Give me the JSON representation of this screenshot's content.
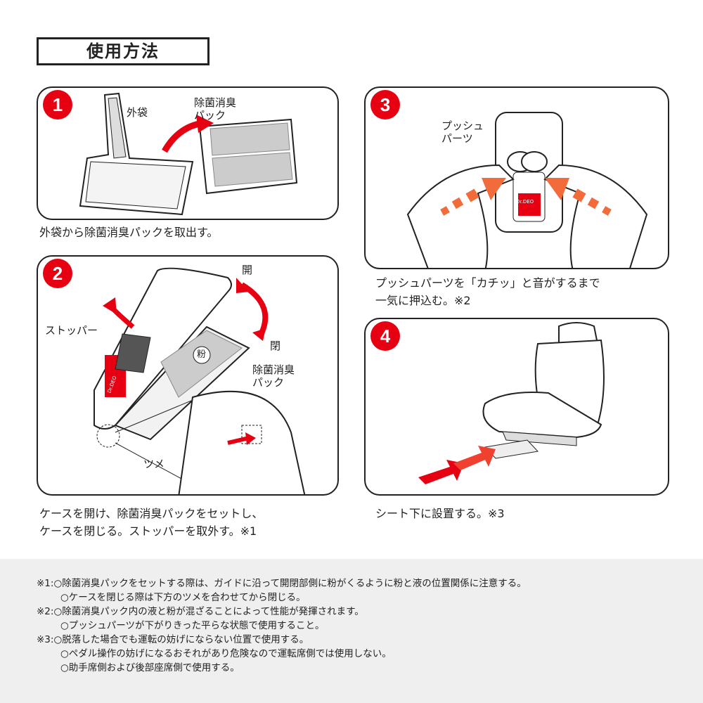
{
  "title": "使用方法",
  "steps": [
    {
      "number": "1",
      "caption": [
        "外袋から除菌消臭パックを取出す。"
      ],
      "labels": {
        "outer_bag": "外袋",
        "pack": [
          "除菌消臭",
          "パック"
        ]
      }
    },
    {
      "number": "2",
      "caption": [
        "ケースを開け、除菌消臭パックをセットし、",
        "ケースを閉じる。ストッパーを取外す。※1"
      ],
      "labels": {
        "open": "開",
        "close": "閉",
        "stopper": "ストッパー",
        "powder": "粉",
        "pack": [
          "除菌消臭",
          "パック"
        ],
        "claw": "ツメ",
        "brand": "Dr.DEO"
      }
    },
    {
      "number": "3",
      "caption": [
        "プッシュパーツを「カチッ」と音がするまで",
        "一気に押込む。※2"
      ],
      "labels": {
        "push_part": [
          "プッシュ",
          "パーツ"
        ],
        "brand": "Dr.DEO"
      }
    },
    {
      "number": "4",
      "caption": [
        "シート下に設置する。※3"
      ]
    }
  ],
  "notes": [
    "※1:○除菌消臭パックをセットする際は、ガイドに沿って開閉部側に粉がくるように粉と液の位置関係に注意する。",
    "○ケースを閉じる際は下方のツメを合わせてから閉じる。",
    "※2:○除菌消臭パック内の液と粉が混ざることによって性能が発揮されます。",
    "○プッシュパーツが下がりきった平らな状態で使用すること。",
    "※3:○脱落した場合でも運転の妨げにならない位置で使用する。",
    "○ペダル操作の妨げになるおそれがあり危険なので運転席側では使用しない。",
    "○助手席側および後部座席側で使用する。"
  ],
  "colors": {
    "accent": "#e60012",
    "footer_bg": "#efefef"
  }
}
